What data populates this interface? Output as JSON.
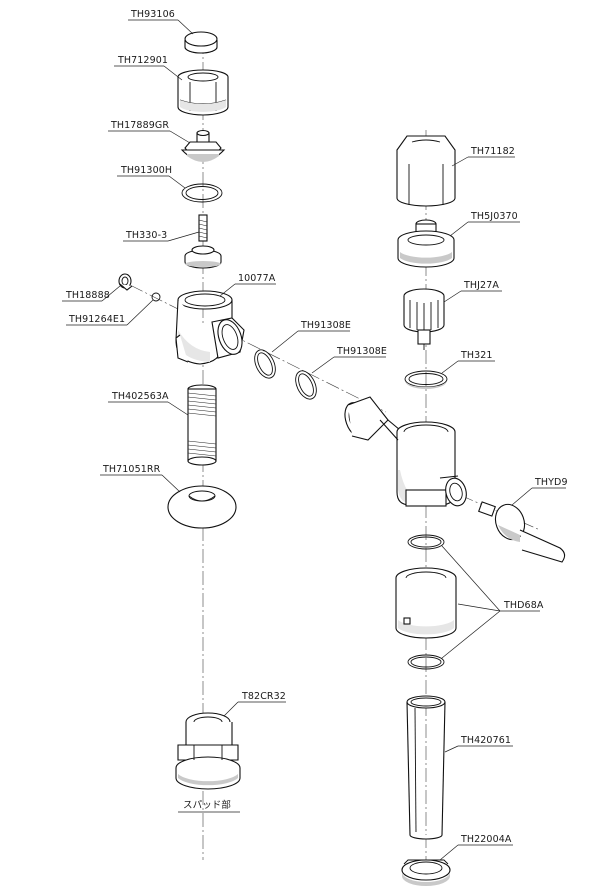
{
  "parts": {
    "th93106": "TH93106",
    "th712901": "TH712901",
    "th17889gr": "TH17889GR",
    "th91300h": "TH91300H",
    "th330_3": "TH330-3",
    "th18888": "TH18888",
    "th91264e1": "TH91264E1",
    "p10077a": "10077A",
    "th91308e_a": "TH91308E",
    "th91308e_b": "TH91308E",
    "th402563a": "TH402563A",
    "th71051rr": "TH71051RR",
    "th71182": "TH71182",
    "th5j0370": "TH5J0370",
    "thj27a": "THJ27A",
    "th321": "TH321",
    "thyd9": "THYD9",
    "thd68a": "THD68A",
    "t82cr32": "T82CR32",
    "th420761": "TH420761",
    "th22004a": "TH22004A"
  },
  "spud_section_label": "スパッド部"
}
